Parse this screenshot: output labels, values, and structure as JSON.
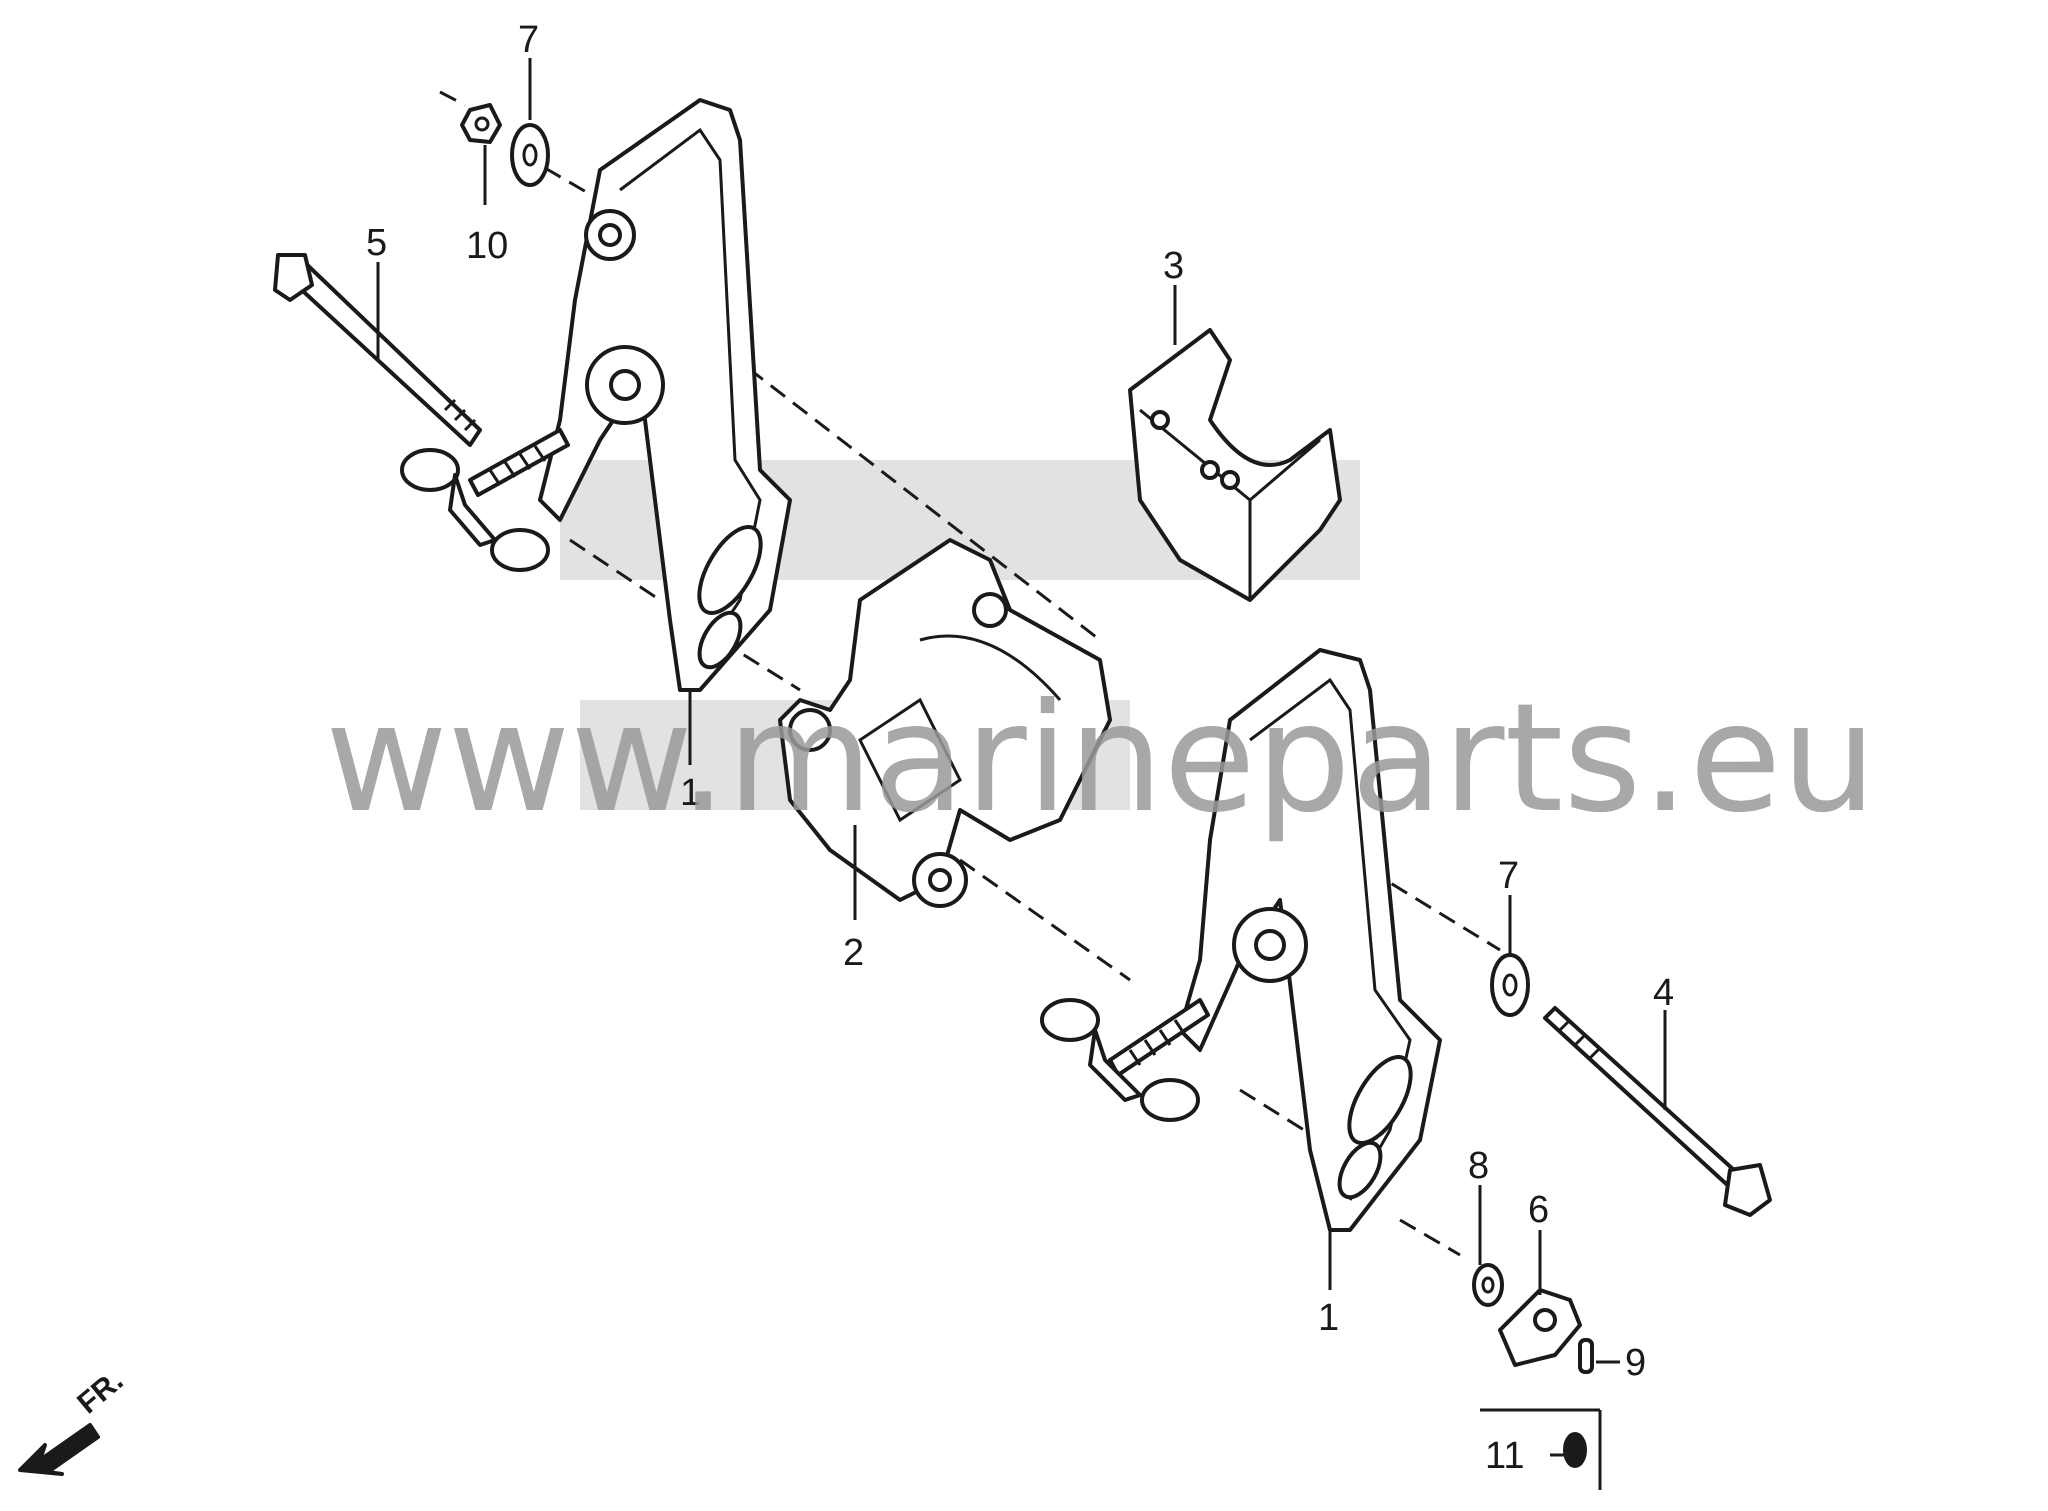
{
  "callouts": {
    "c7a": "7",
    "c10": "10",
    "c5": "5",
    "c3": "3",
    "c1a": "1",
    "c2": "2",
    "c7b": "7",
    "c4": "4",
    "c8": "8",
    "c6": "6",
    "c1b": "1",
    "c9": "9",
    "c11": "11"
  },
  "watermark": "www.marineparts.eu",
  "front_marker": "FR."
}
